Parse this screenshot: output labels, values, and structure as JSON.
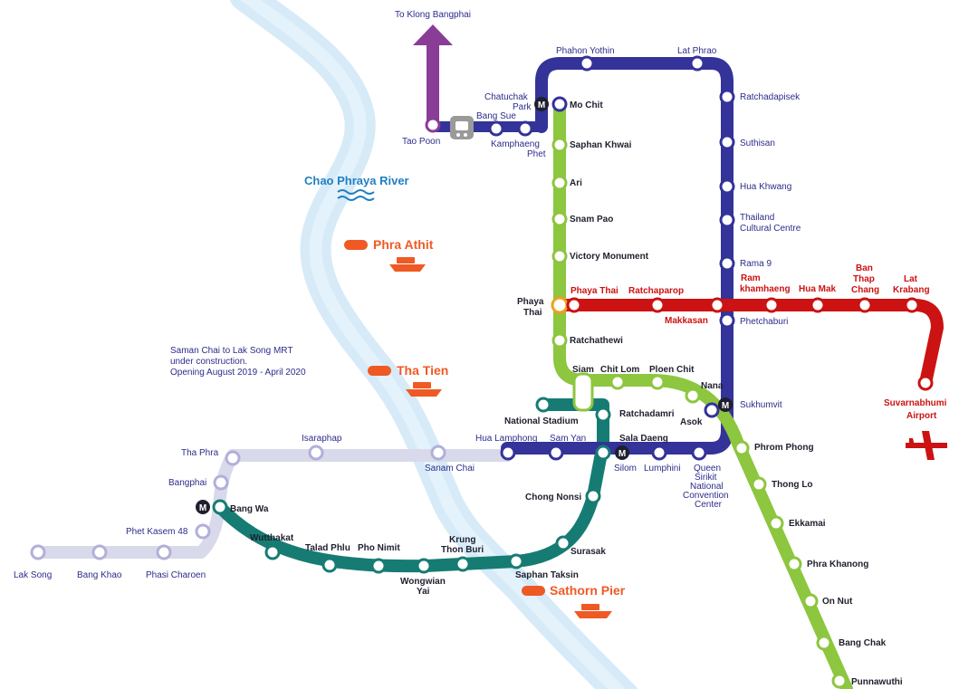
{
  "colors": {
    "sukhumvit_line": "#8dc63f",
    "silom_line": "#167c73",
    "mrt_blue_line": "#33339a",
    "airport_link": "#cc1212",
    "purple_line": "#8a3d97",
    "mrt_extension": "#d9d9ec",
    "river": "#d6ebf7",
    "pier": "#ef5a24"
  },
  "labels": {
    "to_klong_bangphai": "To Klong Bangphai",
    "tao_poon": "Tao Poon",
    "bang_sue": "Bang Sue",
    "chatuchak_park_1": "Chatuchak",
    "chatuchak_park_2": "Park",
    "kamphaeng_phet_1": "Kamphaeng",
    "kamphaeng_phet_2": "Phet",
    "mo_chit": "Mo Chit",
    "phahon_yothin": "Phahon Yothin",
    "lat_phrao": "Lat Phrao",
    "ratchadapisek": "Ratchadapisek",
    "suthisan": "Suthisan",
    "hua_khwang": "Hua Khwang",
    "thailand_cc_1": "Thailand",
    "thailand_cc_2": "Cultural Centre",
    "rama_9": "Rama 9",
    "saphan_khwai": "Saphan Khwai",
    "ari": "Ari",
    "sanam_pao": "Snam Pao",
    "victory_monument": "Victory Monument",
    "phaya_thai_1": "Phaya",
    "phaya_thai_2": "Thai",
    "phaya_thai_arl": "Phaya Thai",
    "ratchaparop": "Ratchaparop",
    "makkasan": "Makkasan",
    "ramkhamhaeng_1": "Ram",
    "ramkhamhaeng_2": "khamhaeng",
    "hua_mak": "Hua Mak",
    "ban_thap_chang_1": "Ban",
    "ban_thap_chang_2": "Thap",
    "ban_thap_chang_3": "Chang",
    "lat_krabang_1": "Lat",
    "lat_krabang_2": "Krabang",
    "suvarnabhumi_1": "Suvarnabhumi",
    "suvarnabhumi_2": "Airport",
    "phetchaburi": "Phetchaburi",
    "ratchathewi": "Ratchathewi",
    "siam": "Siam",
    "chit_lom": "Chit Lom",
    "ploen_chit": "Ploen Chit",
    "nana": "Nana",
    "sukhumvit": "Sukhumvit",
    "asok": "Asok",
    "national_stadium": "National Stadium",
    "ratchadamri": "Ratchadamri",
    "sala_daeng": "Sala Daeng",
    "hua_lamphong": "Hua Lamphong",
    "sam_yan": "Sam Yan",
    "silom": "Silom",
    "lumphini": "Lumphini",
    "qsncc_1": "Queen",
    "qsncc_2": "Sirikit",
    "qsncc_3": "National",
    "qsncc_4": "Convention",
    "qsncc_5": "Center",
    "phrom_phong": "Phrom Phong",
    "thong_lo": "Thong Lo",
    "ekkamai": "Ekkamai",
    "phra_khanong": "Phra Khanong",
    "on_nut": "On Nut",
    "bang_chak": "Bang Chak",
    "punnawithi": "Punnawuthi",
    "chong_nonsi": "Chong Nonsi",
    "surasak": "Surasak",
    "saphan_taksin": "Saphan Taksin",
    "krung_thon_buri_1": "Krung",
    "krung_thon_buri_2": "Thon Buri",
    "wongwian_yai_1": "Wongwian",
    "wongwian_yai_2": "Yai",
    "pho_nimit": "Pho Nimit",
    "talad_phlu": "Talad Phlu",
    "wutthakat": "Wutthakat",
    "bang_wa": "Bang Wa",
    "tha_phra": "Tha Phra",
    "isaraphap": "Isaraphap",
    "sanam_chai": "Sanam Chai",
    "bangphai": "Bangphai",
    "phet_kasem_48": "Phet Kasem 48",
    "lak_song": "Lak Song",
    "bang_khao": "Bang Khao",
    "phasi_charoen": "Phasi  Charoen",
    "chao_phraya_river": "Chao Phraya River",
    "phra_athit": "Phra Athit",
    "tha_tien": "Tha Tien",
    "sathorn_pier": "Sathorn  Pier",
    "note_1": "Saman Chai to Lak Song MRT",
    "note_2": "under construction.",
    "note_3": "Opening August 2019 - April 2020",
    "mrt_badge": "M"
  },
  "icons": {
    "pier_boat": "boat-icon",
    "airport": "airplane-icon",
    "river_waves": "waves-icon",
    "depot": "train-depot-icon",
    "mrt_interchange": "mrt-badge-icon"
  }
}
